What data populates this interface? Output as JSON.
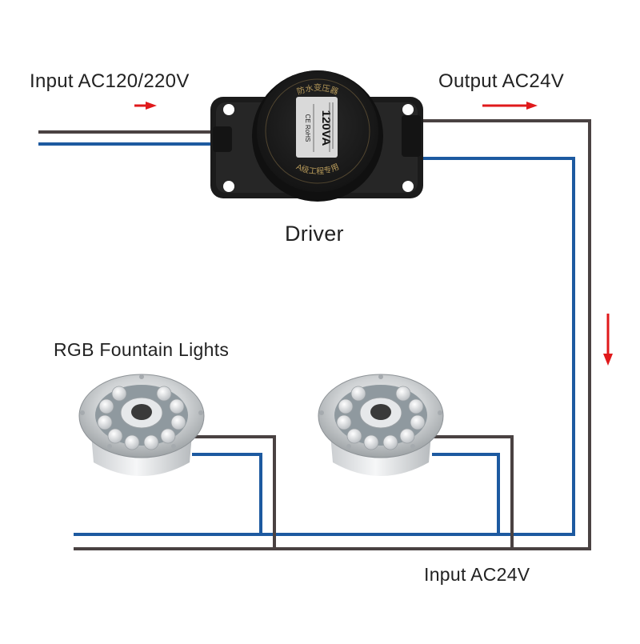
{
  "labels": {
    "input_main": "Input AC120/220V",
    "output": "Output AC24V",
    "driver": "Driver",
    "lights": "RGB Fountain Lights",
    "input_24": "Input AC24V"
  },
  "driver_face": {
    "top_text": "防水变压器",
    "rating": "120VA",
    "bottom_text": "A级工程专用",
    "certs": "CE RoHS"
  },
  "colors": {
    "wire_brown": "#4a4242",
    "wire_blue": "#1d5aa0",
    "arrow_red": "#e0191b",
    "driver_body": "#1f1f1f"
  },
  "icons": [
    "arrow-right-icon",
    "arrow-down-icon"
  ]
}
